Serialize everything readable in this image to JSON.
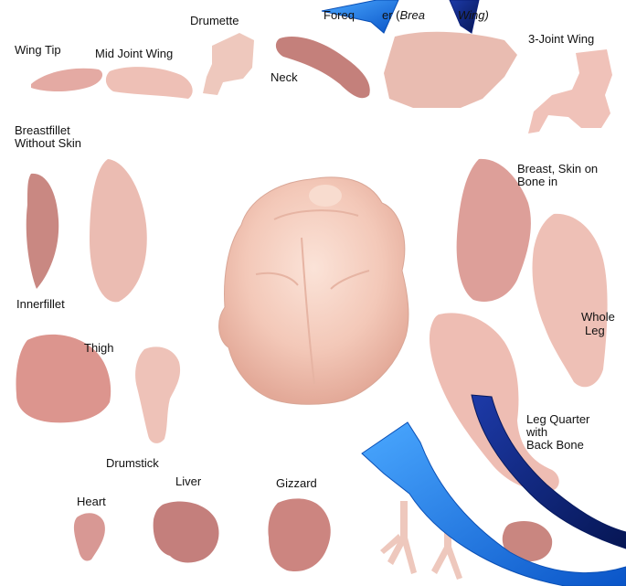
{
  "labels": {
    "wing_tip": "Wing Tip",
    "mid_joint_wing": "Mid Joint Wing",
    "drumette": "Drumette",
    "neck": "Neck",
    "forequarter_prefix": "Foreq",
    "forequarter_mid": "er (",
    "forequarter_italic_a": "Brea",
    "forequarter_italic_b": "Wing)",
    "three_joint_wing": "3-Joint Wing",
    "breastfillet_line1": "Breastfillet",
    "breastfillet_line2": "Without Skin",
    "breast_skin_line1": "Breast, Skin on",
    "breast_skin_line2": "Bone in",
    "innerfillet": "Innerfillet",
    "whole_leg_line1": "Whole",
    "whole_leg_line2": "Leg",
    "thigh": "Thigh",
    "leg_quarter_line1": "Leg Quarter",
    "leg_quarter_line2": "with",
    "leg_quarter_line3": "Back Bone",
    "drumstick": "Drumstick",
    "liver": "Liver",
    "gizzard": "Gizzard",
    "heart": "Heart"
  },
  "colors": {
    "meat_light": "#e9b8ae",
    "meat_mid": "#dfa39b",
    "meat_dark": "#c98882",
    "liver": "#c47f7c",
    "whole_chicken": "#f6d2c6",
    "arrow_blue": "#1a7de8",
    "arrow_navy": "#0b1f7a"
  }
}
